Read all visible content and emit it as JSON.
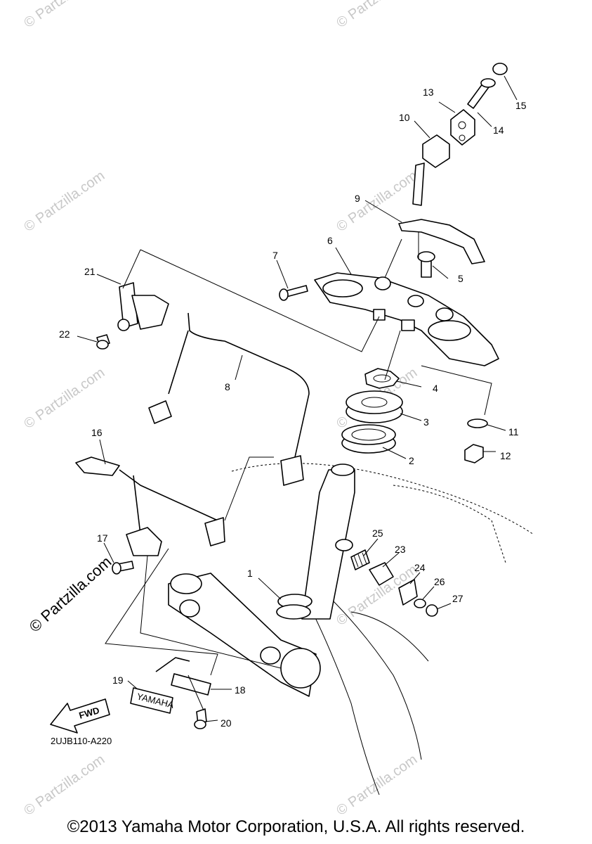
{
  "diagram": {
    "callouts": [
      "1",
      "2",
      "3",
      "4",
      "5",
      "6",
      "7",
      "8",
      "9",
      "10",
      "11",
      "12",
      "13",
      "14",
      "15",
      "16",
      "17",
      "18",
      "19",
      "20",
      "21",
      "22",
      "23",
      "24",
      "25",
      "26",
      "27"
    ],
    "diagram_code": "2UJB110-A220",
    "fwd_label": "FWD",
    "emblem_label": "YAMAHA"
  },
  "watermark": {
    "faint_text": "© Partzilla.com",
    "bold_text": "© Partzilla.com"
  },
  "footer": {
    "copyright": "©2013 Yamaha Motor Corporation, U.S.A. All rights reserved."
  }
}
